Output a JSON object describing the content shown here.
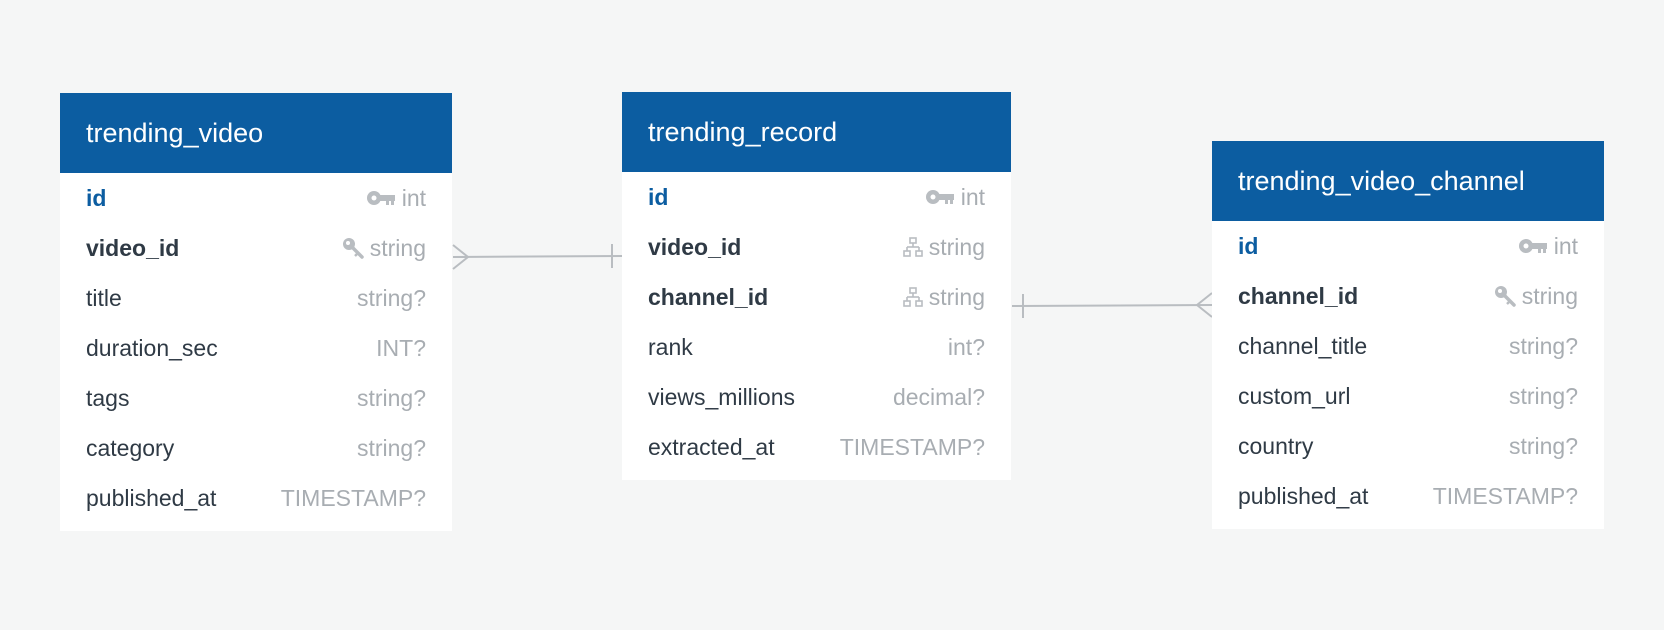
{
  "tables": [
    {
      "title": "trending_video",
      "columns": [
        {
          "name": "id",
          "type": "int",
          "style": "pk",
          "icon": "primary-key-icon"
        },
        {
          "name": "video_id",
          "type": "string",
          "style": "bold",
          "icon": "unique-key-icon"
        },
        {
          "name": "title",
          "type": "string?",
          "style": "normal",
          "icon": ""
        },
        {
          "name": "duration_sec",
          "type": "INT?",
          "style": "normal",
          "icon": ""
        },
        {
          "name": "tags",
          "type": "string?",
          "style": "normal",
          "icon": ""
        },
        {
          "name": "category",
          "type": "string?",
          "style": "normal",
          "icon": ""
        },
        {
          "name": "published_at",
          "type": "TIMESTAMP?",
          "style": "normal",
          "icon": ""
        }
      ]
    },
    {
      "title": "trending_record",
      "columns": [
        {
          "name": "id",
          "type": "int",
          "style": "pk",
          "icon": "primary-key-icon"
        },
        {
          "name": "video_id",
          "type": "string",
          "style": "bold",
          "icon": "foreign-key-icon"
        },
        {
          "name": "channel_id",
          "type": "string",
          "style": "bold",
          "icon": "foreign-key-icon"
        },
        {
          "name": "rank",
          "type": "int?",
          "style": "normal",
          "icon": ""
        },
        {
          "name": "views_millions",
          "type": "decimal?",
          "style": "normal",
          "icon": ""
        },
        {
          "name": "extracted_at",
          "type": "TIMESTAMP?",
          "style": "normal",
          "icon": ""
        }
      ]
    },
    {
      "title": "trending_video_channel",
      "columns": [
        {
          "name": "id",
          "type": "int",
          "style": "pk",
          "icon": "primary-key-icon"
        },
        {
          "name": "channel_id",
          "type": "string",
          "style": "bold",
          "icon": "unique-key-icon"
        },
        {
          "name": "channel_title",
          "type": "string?",
          "style": "normal",
          "icon": ""
        },
        {
          "name": "custom_url",
          "type": "string?",
          "style": "normal",
          "icon": ""
        },
        {
          "name": "country",
          "type": "string?",
          "style": "normal",
          "icon": ""
        },
        {
          "name": "published_at",
          "type": "TIMESTAMP?",
          "style": "normal",
          "icon": ""
        }
      ]
    }
  ],
  "relationships": [
    {
      "from": "trending_video.video_id",
      "to": "trending_record.video_id",
      "from_end": "many",
      "to_end": "one"
    },
    {
      "from": "trending_record.channel_id",
      "to": "trending_video_channel.channel_id",
      "from_end": "one",
      "to_end": "many"
    }
  ],
  "colors": {
    "header": "#0c5da1",
    "background": "#f5f6f6",
    "connector": "#b9bdc1"
  }
}
